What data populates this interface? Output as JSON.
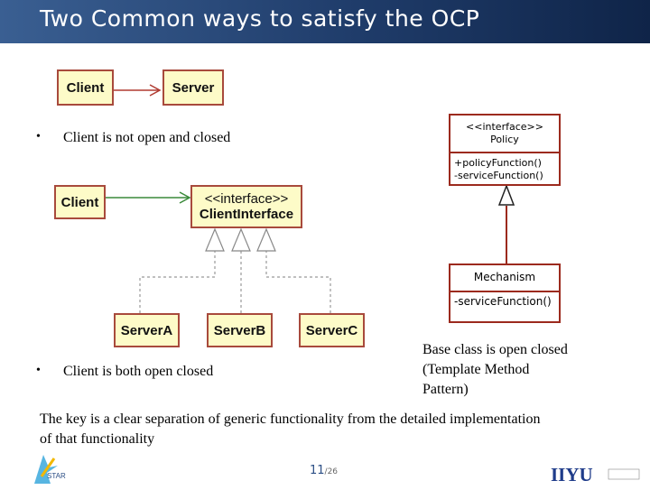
{
  "title": "Two Common ways to satisfy the OCP",
  "bullets": [
    {
      "text": "Client is not open and closed"
    },
    {
      "text": "Client is both open closed"
    }
  ],
  "bullet_symbol": "•",
  "diagram1": {
    "client": "Client",
    "server": "Server"
  },
  "diagram2": {
    "client": "Client",
    "interface_stereotype": "<<interface>>",
    "interface_name": "ClientInterface",
    "servers": [
      "ServerA",
      "ServerB",
      "ServerC"
    ]
  },
  "diagram3": {
    "policy_stereotype": "<<interface>>",
    "policy_name": "Policy",
    "policy_methods": [
      "+policyFunction()",
      "-serviceFunction()"
    ],
    "mechanism_name": "Mechanism",
    "mechanism_methods": [
      "-serviceFunction()"
    ]
  },
  "side_note": [
    "Base class is open closed",
    "(Template Method",
    "Pattern)"
  ],
  "conclusion": [
    "The key is a clear separation of generic functionality from the detailed implementation",
    "of that functionality"
  ],
  "footer": {
    "page": "11",
    "total": "/26",
    "logo_left_text": "STAR",
    "logo_right_text": "IIYU"
  },
  "colors": {
    "title_bar": "#1f3c6a",
    "box_fill": "#fdfbc8",
    "box_border": "#a84a3c",
    "uml_border": "#9c2a1e",
    "page_number": "#2c4f86"
  }
}
